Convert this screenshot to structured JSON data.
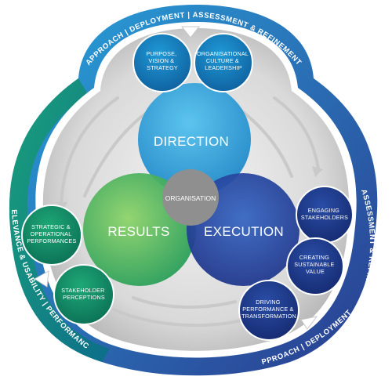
{
  "ring": {
    "top": "APPROACH | DEPLOYMENT | ASSESSMENT & REFINEMENT",
    "left": "RELEVANCE & USABILITY | PERFORMANCE",
    "right": "ASSESSMENT & REFINEMENT",
    "bottom": "APPROACH | DEPLOYMENT |"
  },
  "main": {
    "direction": "DIRECTION",
    "results": "RESULTS",
    "execution": "EXECUTION",
    "organisation": "ORGANISATION"
  },
  "satellites": {
    "purpose": [
      "PURPOSE,",
      "VISION &",
      "STRATEGY"
    ],
    "culture": [
      "ORGANISATIONAL",
      "CULTURE &",
      "LEADERSHIP"
    ],
    "engaging": [
      "ENGAGING",
      "STAKEHOLDERS"
    ],
    "creating": [
      "CREATING",
      "SUSTAINABLE",
      "VALUE"
    ],
    "driving": [
      "DRIVING",
      "PERFORMANCE &",
      "TRANSFORMATION"
    ],
    "strategic": [
      "STRATEGIC &",
      "OPERATIONAL",
      "PERFORMANCES"
    ],
    "stakeholder": [
      "STAKEHOLDER",
      "PERCEPTIONS"
    ]
  },
  "colors": {
    "direction": "#2a9fd8",
    "results": "#4caf50",
    "execution": "#1f3f9a",
    "organisation": "#8f8f8f",
    "ring_blue": "#1e7fc0",
    "ring_navy": "#233a86",
    "ring_green": "#0e8a6a"
  }
}
